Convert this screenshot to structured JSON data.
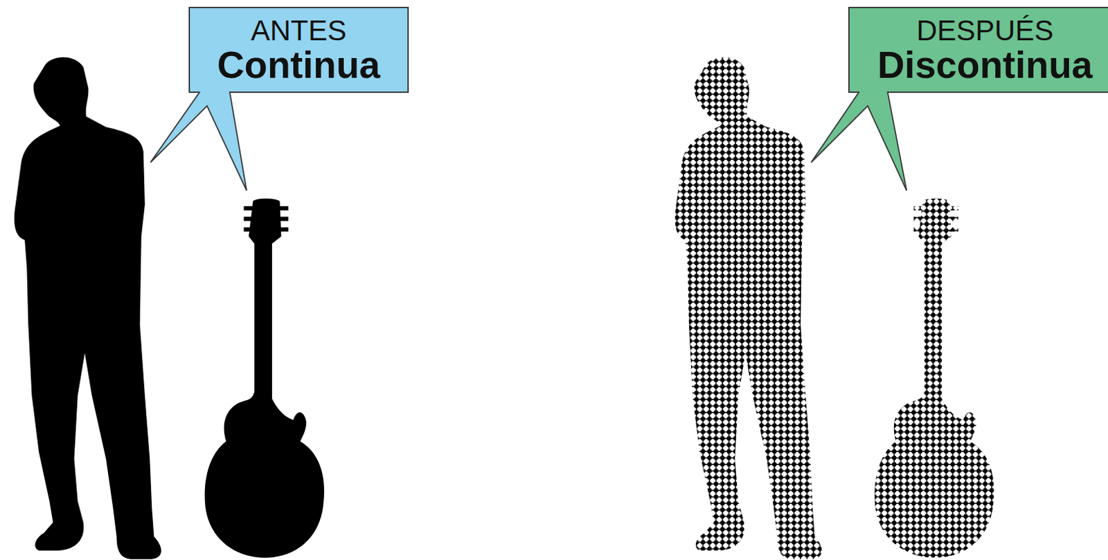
{
  "diagram": {
    "nodes": [
      {
        "text": [
          "ANTES",
          "Continua"
        ]
      },
      {
        "text": [
          "DESPUÉS",
          "Discontinua"
        ]
      }
    ]
  }
}
